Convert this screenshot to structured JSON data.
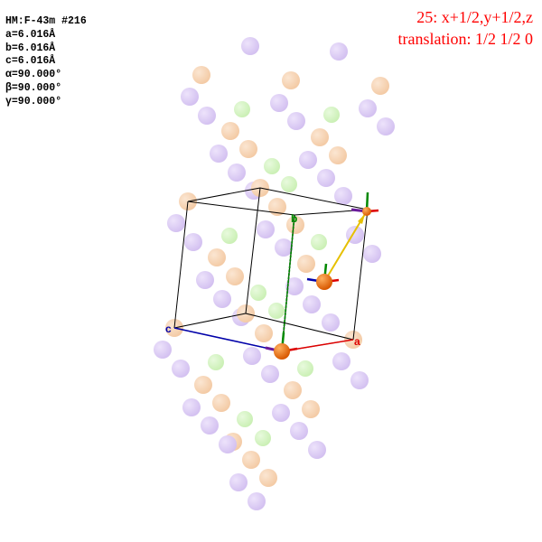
{
  "cell_info": {
    "space_group": "HM:F-43m #216",
    "a": "a=6.016Å",
    "b": "b=6.016Å",
    "c": "c=6.016Å",
    "alpha": "α=90.000°",
    "beta": "β=90.000°",
    "gamma": "γ=90.000°"
  },
  "symmetry": {
    "operation": "25: x+1/2,y+1/2,z",
    "translation": "translation: 1/2 1/2 0"
  },
  "axes": {
    "a_label": "a",
    "b_label": "b",
    "c_label": "c"
  },
  "colors": {
    "text": "#000000",
    "symop": "#ff0000",
    "a_axis": "#dd0000",
    "b_axis": "#008800",
    "c_axis": "#0000aa",
    "translation_vector": "#e6c000",
    "atom_purple": "#d9c7f2",
    "atom_orange": "#f7d3b0",
    "atom_green": "#d5f2c2",
    "highlight_atom": "#f07000"
  }
}
